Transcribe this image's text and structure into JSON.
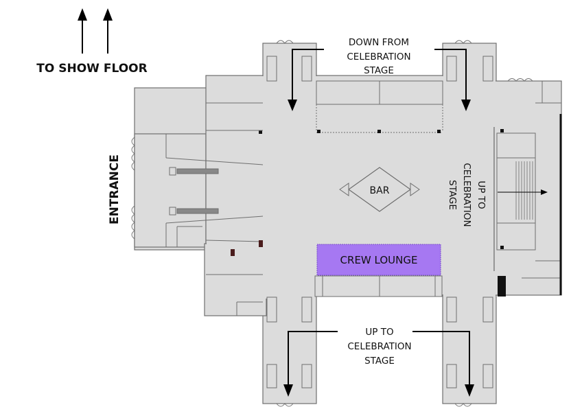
{
  "labels": {
    "show_floor": "TO SHOW FLOOR",
    "entrance": "ENTRANCE",
    "down_from": [
      "DOWN FROM",
      "CELEBRATION",
      "STAGE"
    ],
    "up_to_bottom": [
      "UP TO",
      "CELEBRATION",
      "STAGE"
    ],
    "up_to_right": [
      "UP TO",
      "CELEBRATION",
      "STAGE"
    ],
    "bar": "BAR",
    "crew_lounge": "CREW LOUNGE"
  },
  "colors": {
    "floor": "#dcdcdc",
    "wall": "#6e6e6e",
    "lounge": "#a678f2",
    "arrow": "#000000"
  }
}
